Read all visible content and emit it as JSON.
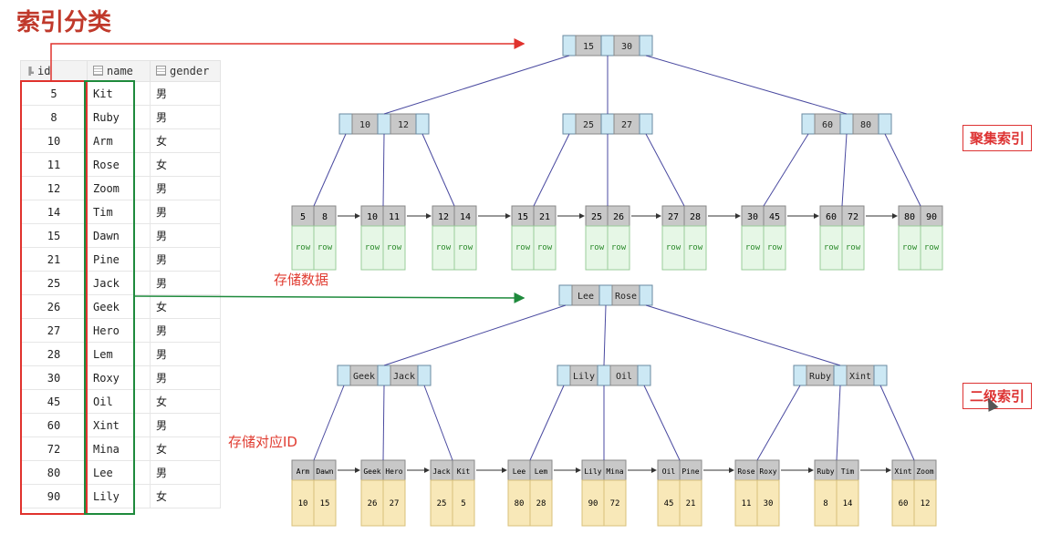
{
  "title": "索引分类",
  "table": {
    "headers": {
      "id": "id",
      "name": "name",
      "gender": "gender"
    },
    "rows": [
      {
        "id": "5",
        "name": "Kit",
        "gender": "男"
      },
      {
        "id": "8",
        "name": "Ruby",
        "gender": "男"
      },
      {
        "id": "10",
        "name": "Arm",
        "gender": "女"
      },
      {
        "id": "11",
        "name": "Rose",
        "gender": "女"
      },
      {
        "id": "12",
        "name": "Zoom",
        "gender": "男"
      },
      {
        "id": "14",
        "name": "Tim",
        "gender": "男"
      },
      {
        "id": "15",
        "name": "Dawn",
        "gender": "男"
      },
      {
        "id": "21",
        "name": "Pine",
        "gender": "男"
      },
      {
        "id": "25",
        "name": "Jack",
        "gender": "男"
      },
      {
        "id": "26",
        "name": "Geek",
        "gender": "女"
      },
      {
        "id": "27",
        "name": "Hero",
        "gender": "男"
      },
      {
        "id": "28",
        "name": "Lem",
        "gender": "男"
      },
      {
        "id": "30",
        "name": "Roxy",
        "gender": "男"
      },
      {
        "id": "45",
        "name": "Oil",
        "gender": "女"
      },
      {
        "id": "60",
        "name": "Xint",
        "gender": "男"
      },
      {
        "id": "72",
        "name": "Mina",
        "gender": "女"
      },
      {
        "id": "80",
        "name": "Lee",
        "gender": "男"
      },
      {
        "id": "90",
        "name": "Lily",
        "gender": "女"
      }
    ]
  },
  "labels": {
    "clustered_index": "聚集索引",
    "secondary_index": "二级索引",
    "stores_data": "存储数据",
    "stores_id": "存储对应ID"
  },
  "colors": {
    "title": "#c0392b",
    "red_box": "#e0322d",
    "green_box": "#1e8a3c",
    "key_gray": "#c8c8c8",
    "ptr_blue": "#cce8f4",
    "row_green": "#e6f7e6",
    "id_yellow": "#f8e8b8",
    "line": "#4a4aa0"
  },
  "clustered": {
    "root": [
      "15",
      "30"
    ],
    "internal": [
      [
        "10",
        "12"
      ],
      [
        "25",
        "27"
      ],
      [
        "60",
        "80"
      ]
    ],
    "leaves": [
      [
        "5",
        "8"
      ],
      [
        "10",
        "11"
      ],
      [
        "12",
        "14"
      ],
      [
        "15",
        "21"
      ],
      [
        "25",
        "26"
      ],
      [
        "27",
        "28"
      ],
      [
        "30",
        "45"
      ],
      [
        "60",
        "72"
      ],
      [
        "80",
        "90"
      ]
    ],
    "row_text": "row"
  },
  "secondary": {
    "root": [
      "Lee",
      "Rose"
    ],
    "internal": [
      [
        "Geek",
        "Jack"
      ],
      [
        "Lily",
        "Oil"
      ],
      [
        "Ruby",
        "Xint"
      ]
    ],
    "leaves": [
      {
        "keys": [
          "Arm",
          "Dawn"
        ],
        "ids": [
          "10",
          "15"
        ]
      },
      {
        "keys": [
          "Geek",
          "Hero"
        ],
        "ids": [
          "26",
          "27"
        ]
      },
      {
        "keys": [
          "Jack",
          "Kit"
        ],
        "ids": [
          "25",
          "5"
        ]
      },
      {
        "keys": [
          "Lee",
          "Lem"
        ],
        "ids": [
          "80",
          "28"
        ]
      },
      {
        "keys": [
          "Lily",
          "Mina"
        ],
        "ids": [
          "90",
          "72"
        ]
      },
      {
        "keys": [
          "Oil",
          "Pine"
        ],
        "ids": [
          "45",
          "21"
        ]
      },
      {
        "keys": [
          "Rose",
          "Roxy"
        ],
        "ids": [
          "11",
          "30"
        ]
      },
      {
        "keys": [
          "Ruby",
          "Tim"
        ],
        "ids": [
          "8",
          "14"
        ]
      },
      {
        "keys": [
          "Xint",
          "Zoom"
        ],
        "ids": [
          "60",
          "12"
        ]
      }
    ]
  }
}
